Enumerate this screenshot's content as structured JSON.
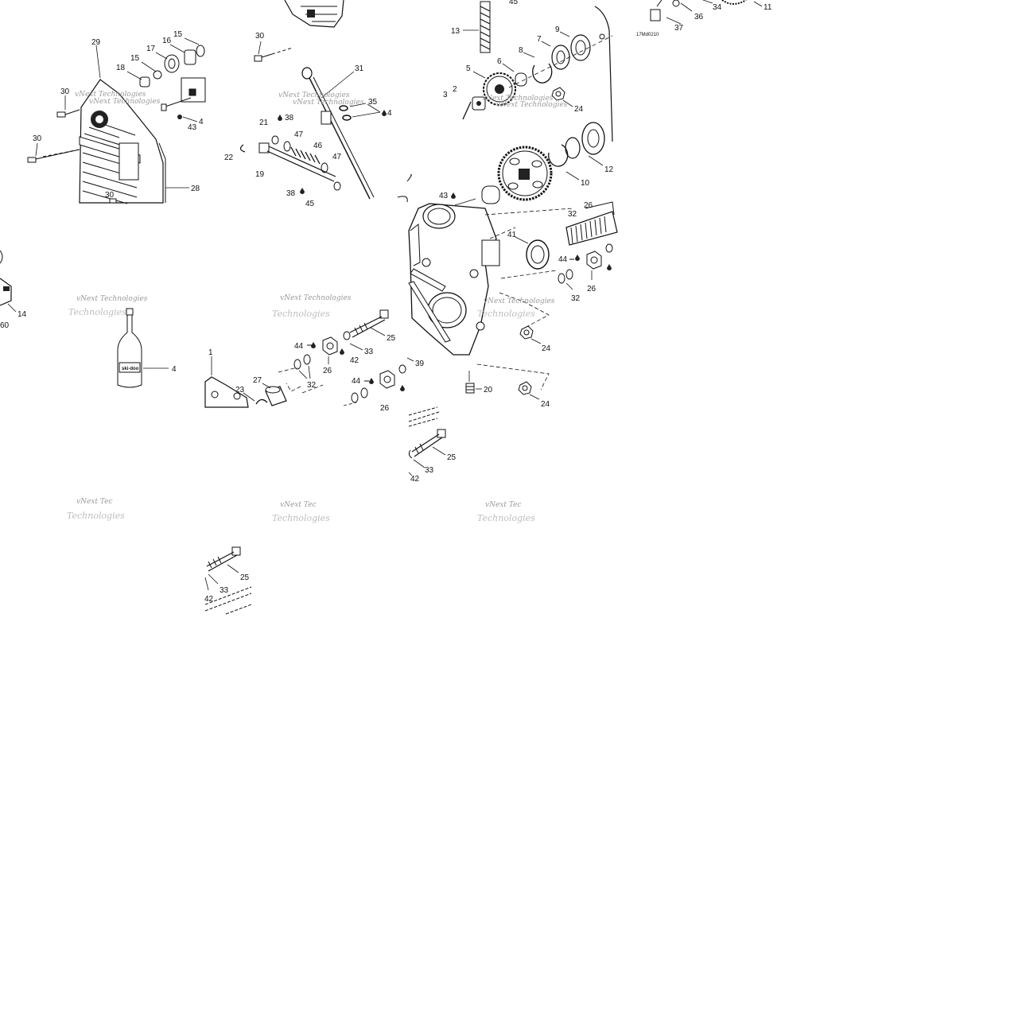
{
  "diagram_code": "17Md0210",
  "watermark": {
    "line1": "vNext Technologies",
    "line2": "Technologies",
    "partial": "vNext Tec"
  },
  "callouts": {
    "t1": [
      "29",
      "30",
      "30",
      "30",
      "28",
      "18",
      "15",
      "17",
      "16",
      "15",
      "4",
      "43"
    ],
    "t2": [
      "30",
      "31",
      "35",
      "4",
      "21",
      "38",
      "47",
      "46",
      "47",
      "22",
      "19",
      "38",
      "45"
    ],
    "t3": [
      "45",
      "13",
      "9",
      "7",
      "8",
      "6",
      "5",
      "2",
      "3",
      "24",
      "12",
      "10",
      "43",
      "32"
    ],
    "t4": [
      "36",
      "34",
      "11",
      "37"
    ],
    "t5": [
      "14",
      "60"
    ],
    "t6": [
      "4"
    ],
    "t7": [
      "44",
      "33",
      "25",
      "42",
      "26",
      "32",
      "27",
      "23",
      "1",
      "44",
      "39",
      "26"
    ],
    "t8": [
      "41",
      "44",
      "26",
      "32",
      "24",
      "20",
      "24"
    ],
    "t9": [
      "25",
      "33",
      "42"
    ],
    "t10": [
      "25",
      "33",
      "42"
    ],
    "t11": [
      "26"
    ]
  }
}
